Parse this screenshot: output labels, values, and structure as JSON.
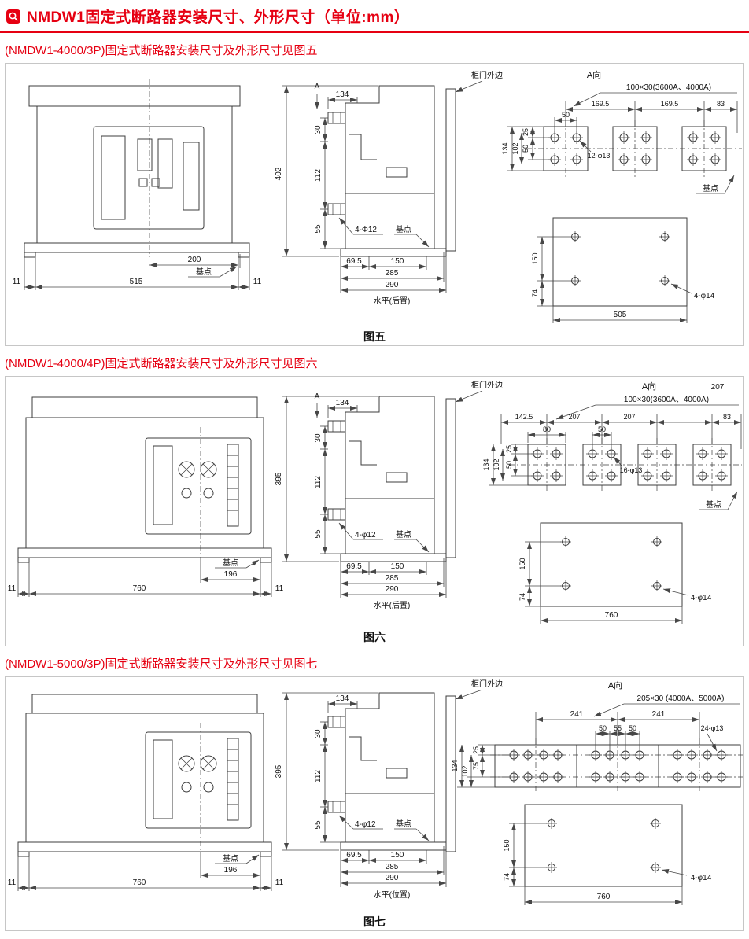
{
  "header": {
    "icon": "magnifier-icon",
    "title": "NMDW1固定式断路器安装尺寸、外形尺寸（单位:mm）"
  },
  "colors": {
    "accent": "#e60012",
    "drawing_line": "#3c3c3c",
    "panel_border": "#c6c6c6"
  },
  "fig5": {
    "subtitle": "(NMDW1-4000/3P)固定式断路器安装尺寸及外形尺寸见图五",
    "caption": "图五",
    "front": {
      "dim200": "200",
      "jidian": "基点",
      "dim515": "515",
      "dim11l": "11",
      "dim11r": "11"
    },
    "side": {
      "arrowA": "A",
      "height": "402",
      "dim134": "134",
      "dim30": "30",
      "dim112": "112",
      "dim55": "55",
      "holes": "4-Φ12",
      "jidian": "基点",
      "dim695": "69.5",
      "dim150": "150",
      "dim285": "285",
      "dim290": "290",
      "horiz": "水平(后置)",
      "door": "柜门外边"
    },
    "aview": {
      "label": "A向",
      "busbar": "100×30(3600A、4000A)",
      "dim1695a": "169.5",
      "dim1695b": "169.5",
      "dim83": "83",
      "dim50t": "50",
      "dim25": "25",
      "dim50": "50",
      "dim134": "134",
      "dim102": "102",
      "holes12": "12-φ13",
      "jidian": "基点"
    },
    "plan": {
      "dim150": "150",
      "dim74": "74",
      "holes": "4-φ14",
      "dim505": "505"
    }
  },
  "fig6": {
    "subtitle": "(NMDW1-4000/4P)固定式断路器安装尺寸及外形尺寸见图六",
    "caption": "图六",
    "front": {
      "jidian": "基点",
      "dim196": "196",
      "dim760": "760",
      "dim11l": "11",
      "dim11r": "11"
    },
    "side": {
      "arrowA": "A",
      "height": "395",
      "dim134": "134",
      "dim30": "30",
      "dim112": "112",
      "dim55": "55",
      "holes": "4-φ12",
      "jidian": "基点",
      "dim695": "69.5",
      "dim150": "150",
      "dim285": "285",
      "dim290": "290",
      "horiz": "水平(后置)",
      "door": "柜门外边"
    },
    "aview": {
      "label": "A向",
      "dim207top": "207",
      "busbar": "100×30(3600A、4000A)",
      "dim1425": "142.5",
      "dim207a": "207",
      "dim207b": "207",
      "dim83": "83",
      "dim80": "80",
      "dim50t": "50",
      "dim25": "25",
      "dim50": "50",
      "dim134": "134",
      "dim102": "102",
      "holes16": "16-φ13",
      "jidian": "基点"
    },
    "plan": {
      "dim150": "150",
      "dim74": "74",
      "holes": "4-φ14",
      "dim760": "760"
    }
  },
  "fig7": {
    "subtitle": "(NMDW1-5000/3P)固定式断路器安装尺寸及外形尺寸见图七",
    "caption": "图七",
    "front": {
      "jidian": "基点",
      "dim196": "196",
      "dim760": "760",
      "dim11l": "11",
      "dim11r": "11"
    },
    "side": {
      "height": "395",
      "dim134": "134",
      "dim30": "30",
      "dim112": "112",
      "dim55": "55",
      "holes": "4-φ12",
      "jidian": "基点",
      "dim695": "69.5",
      "dim150": "150",
      "dim285": "285",
      "dim290": "290",
      "horiz": "水平(位置)",
      "door": "柜门外边"
    },
    "aview": {
      "label": "A向",
      "busbar": "205×30 (4000A、5000A)",
      "dim241a": "241",
      "dim241b": "241",
      "holes24": "24-φ13",
      "dim50a": "50",
      "dim55": "55",
      "dim50b": "50",
      "dim25": "25",
      "dim75": "75",
      "dim102": "102",
      "dim134": "134"
    },
    "plan": {
      "dim150": "150",
      "dim74": "74",
      "holes": "4-φ14",
      "dim760": "760"
    }
  }
}
